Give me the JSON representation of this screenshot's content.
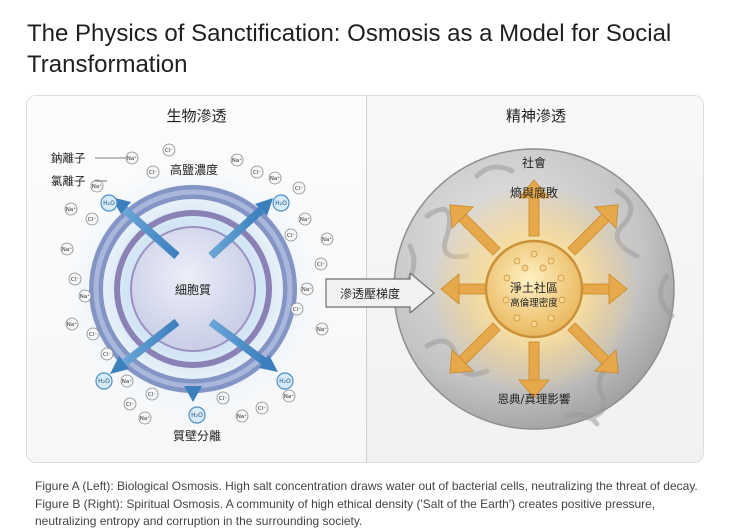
{
  "title": "The Physics of Sanctification: Osmosis as a Model for Social Transformation",
  "left_panel": {
    "heading": "生物滲透",
    "label_sodium": "鈉離子",
    "label_chloride": "氯離子",
    "label_high_salt": "高鹽濃度",
    "label_cytoplasm": "細胞質",
    "label_plasmolysis": "質壁分離",
    "ion_sodium": "Na⁺",
    "ion_chloride": "Cl⁻",
    "water_molecule": "H₂O"
  },
  "center_arrow_label": "滲透壓梯度",
  "right_panel": {
    "heading": "精神滲透",
    "label_society": "社會",
    "label_entropy": "熵與腐敗",
    "label_pure_land": "淨土社區",
    "label_ethical_density": "高倫理密度",
    "label_grace": "恩典/真理影響"
  },
  "caption": "Figure A (Left): Biological Osmosis. High salt concentration draws water out of bacterial cells, neutralizing the threat of decay. Figure B (Right): Spiritual Osmosis. A community of high ethical density ('Salt of the Earth') creates positive pressure, neutralizing entropy and corruption in the surrounding society.",
  "colors": {
    "membrane_blue": "#7d8fbf",
    "water_blue": "#4a90c8",
    "gold": "#e3a54a",
    "sphere_gray": "#bcbcbc"
  }
}
